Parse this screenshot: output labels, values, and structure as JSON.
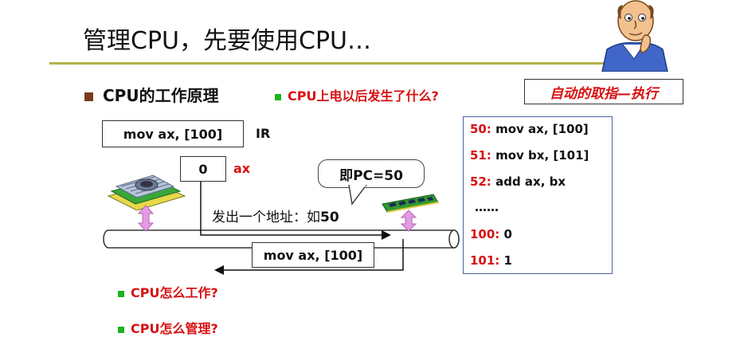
{
  "slide": {
    "title": "管理CPU，先要使用CPU…",
    "heading": "CPU的工作原理",
    "question_main": "CPU上电以后发生了什么?",
    "auto_box": "自动的取指—执行",
    "ir_box": "mov ax, [100]",
    "ir_label": "IR",
    "ax_box": "0",
    "ax_label": "ax",
    "pc_bubble": "即PC=50",
    "issue_address_text": "发出一个地址：如",
    "issue_address_num": "50",
    "bus_box": "mov ax, [100]",
    "q2": "CPU怎么工作?",
    "q3": "CPU怎么管理?"
  },
  "memory": [
    {
      "addr": "50:",
      "content": "mov ax, [100]"
    },
    {
      "addr": "51:",
      "content": "mov bx, [101]"
    },
    {
      "addr": "52:",
      "content": "add ax, bx"
    },
    {
      "addr": "",
      "content": "……"
    },
    {
      "addr": "100:",
      "content": "0"
    },
    {
      "addr": "101:",
      "content": "1"
    }
  ],
  "colors": {
    "accent_red": "#d81010",
    "rule": "#b3b34a",
    "bullet_green": "#1db21d",
    "bullet_brown": "#7a3b1c",
    "arrow_pink": "#e49be3",
    "memory_border": "#4a62a8"
  },
  "icons": {
    "thinking_man": "thinking-man-illustration",
    "cpu_chip": "cpu-chip-illustration",
    "memory_module": "memory-module-illustration"
  }
}
